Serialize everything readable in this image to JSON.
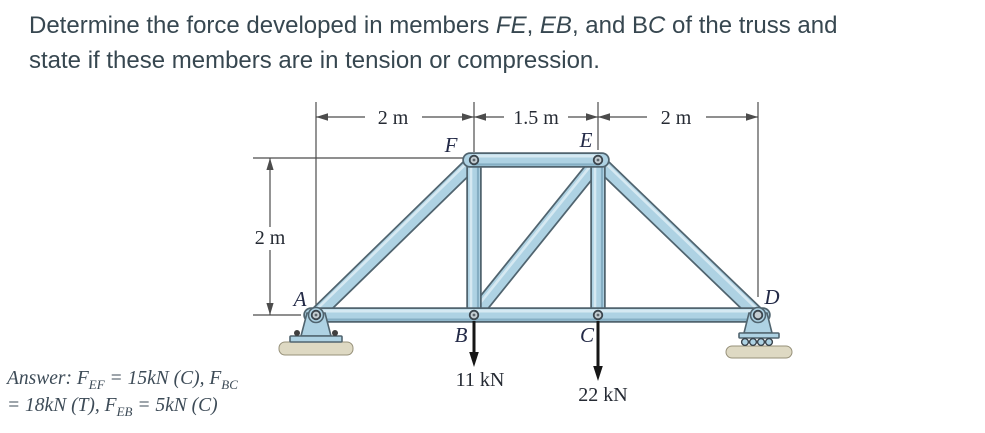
{
  "colors": {
    "page-bg": "#ffffff",
    "question-text": "#374750",
    "answer-text": "#3d4b57",
    "member-fill": "#aed2e3",
    "member-outline": "#50646f",
    "member-highlight": "#d6e9f2",
    "member-shade": "#85aec3",
    "pin-fill": "#c3ccd1",
    "pin-ring": "#3a444c",
    "pin-dot": "#5b656c",
    "ground-fill": "#ded9c3",
    "ground-stroke": "#97917a",
    "bolt": "#3f3f3f",
    "dim": "#4c4c4c",
    "dim-text": "#252a33",
    "joint-label": "#232a47",
    "load-arrow": "#161616"
  },
  "question": {
    "s1": "Determine the force developed in members ",
    "s2": "FE",
    "s3": ", ",
    "s4": "EB",
    "s5": ", and ",
    "s6": "B",
    "s7": "C",
    "s8": " of the truss and",
    "line2": "state if these members are in tension or compression."
  },
  "figure": {
    "dim_top_left": "2 m",
    "dim_top_mid": "1.5 m",
    "dim_top_right": "2 m",
    "dim_left": "2 m",
    "joint_A": "A",
    "joint_B": "B",
    "joint_C": "C",
    "joint_D": "D",
    "joint_E": "E",
    "joint_F": "F",
    "load_B": "11 kN",
    "load_C": "22 kN"
  },
  "answer": {
    "p1": "Answer: F",
    "s1": "EF",
    "p2": " = 15kN (C), F",
    "s2": "BC",
    "p3": "= 18kN (T), F",
    "s3": "EB",
    "p4": " = 5kN (C)"
  }
}
